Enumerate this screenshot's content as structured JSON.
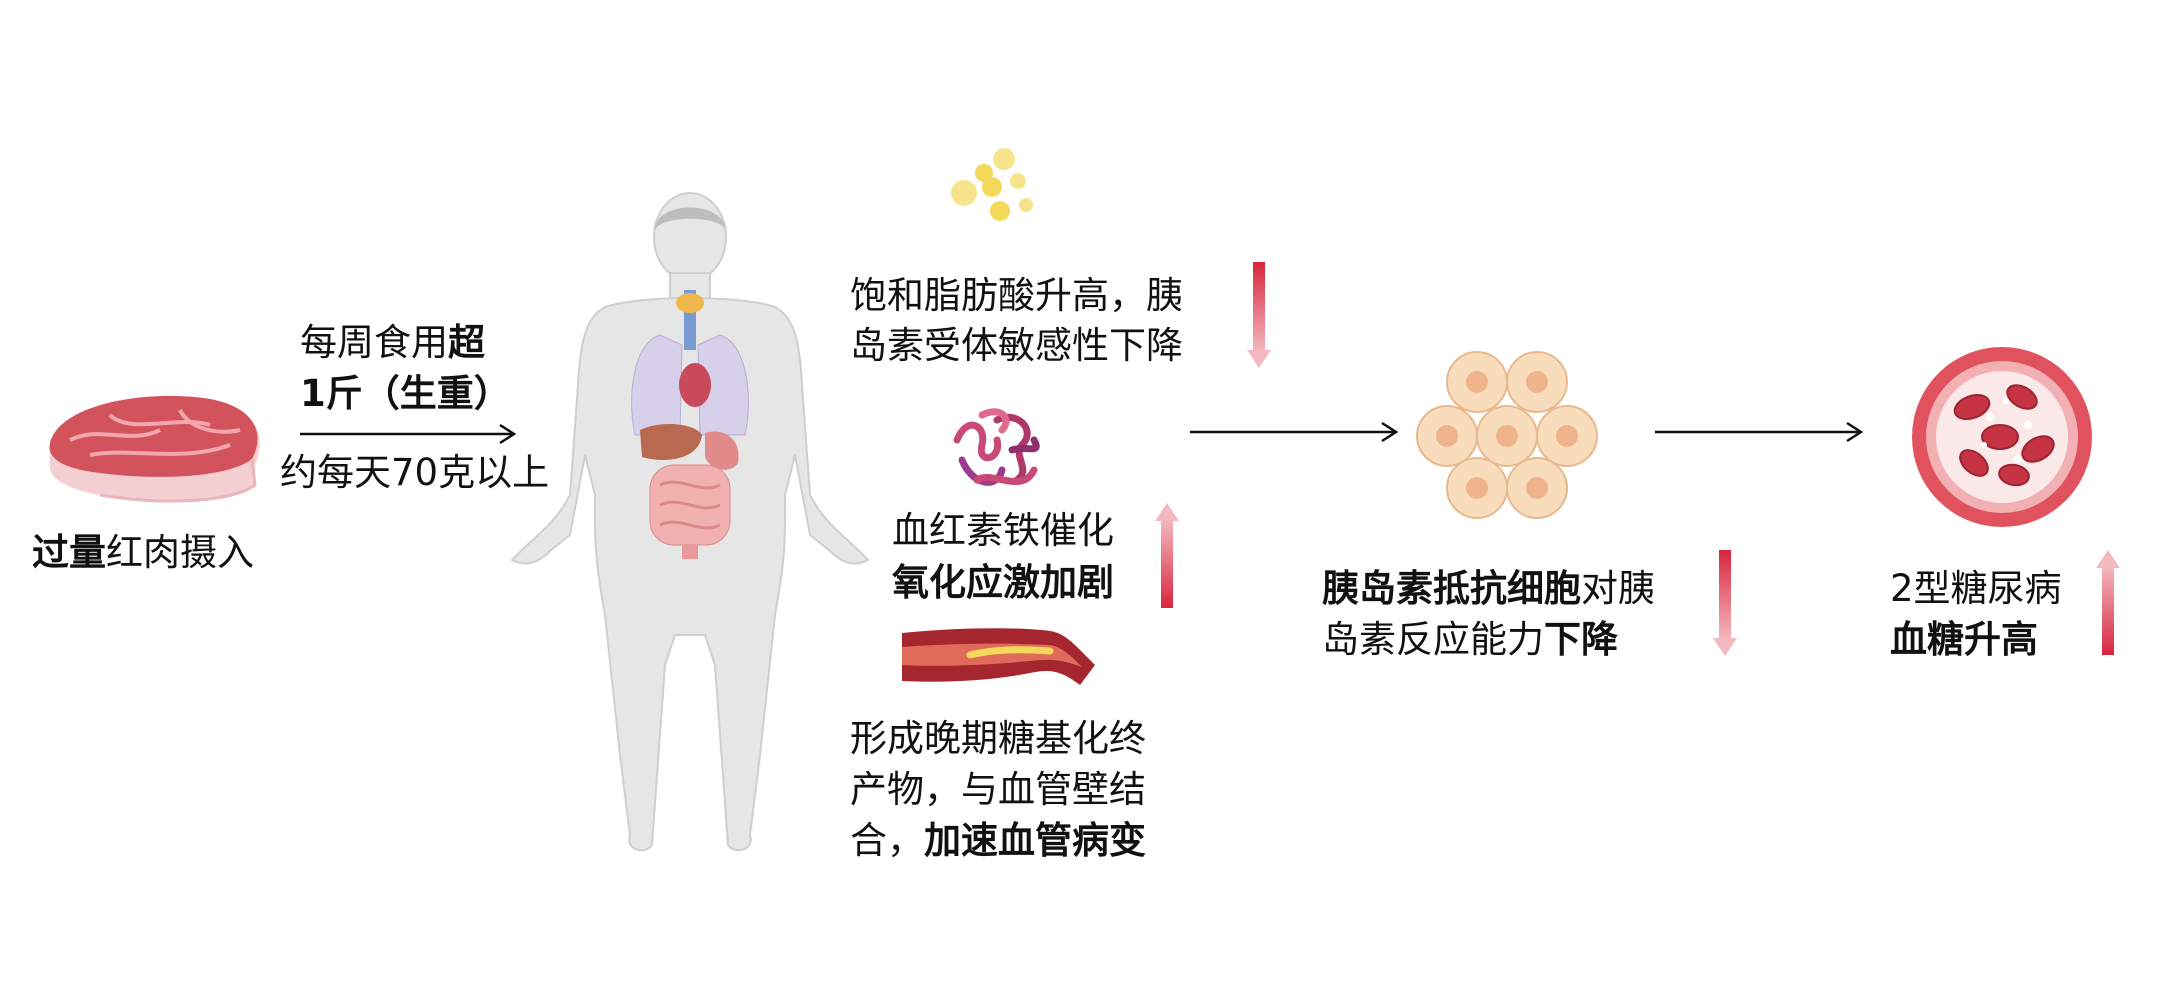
{
  "intake": {
    "bold": "过量",
    "normal": "红肉摄入"
  },
  "dose": {
    "line1_normal": "每周食用",
    "line1_bold": "超",
    "line2_bold": "1斤（生重）",
    "line3": "约每天70克以上"
  },
  "fat_effect": {
    "line1": "饱和脂肪酸升高，胰",
    "line2": "岛素受体敏感性下降"
  },
  "heme_effect": {
    "line1": "血红素铁催化",
    "line2_bold": "氧化应激加剧"
  },
  "age_effect": {
    "line1": "形成晚期糖基化终",
    "line2": "产物，与血管壁结",
    "line3_normal": "合，",
    "line3_bold": "加速血管病变"
  },
  "resistance": {
    "line1_bold": "胰岛素抵抗细胞",
    "line1_normal": "对胰",
    "line2_normal": "岛素反应能力",
    "line2_bold": "下降"
  },
  "outcome": {
    "line1": "2型糖尿病",
    "line2_bold": "血糖升高"
  },
  "colors": {
    "arrow_red": "#d7263d",
    "line": "#111111",
    "meat": "#d2535c",
    "body": "#e6e6e6",
    "fat_droplet": "#f3d85a",
    "cell": "#f7d2ad",
    "blood_vessel": "#c53d4a"
  },
  "icons": [
    "meat-icon",
    "human-body-icon",
    "fat-droplets-icon",
    "heme-protein-icon",
    "artery-icon",
    "cell-cluster-icon",
    "blood-vessel-cross-section-icon"
  ]
}
